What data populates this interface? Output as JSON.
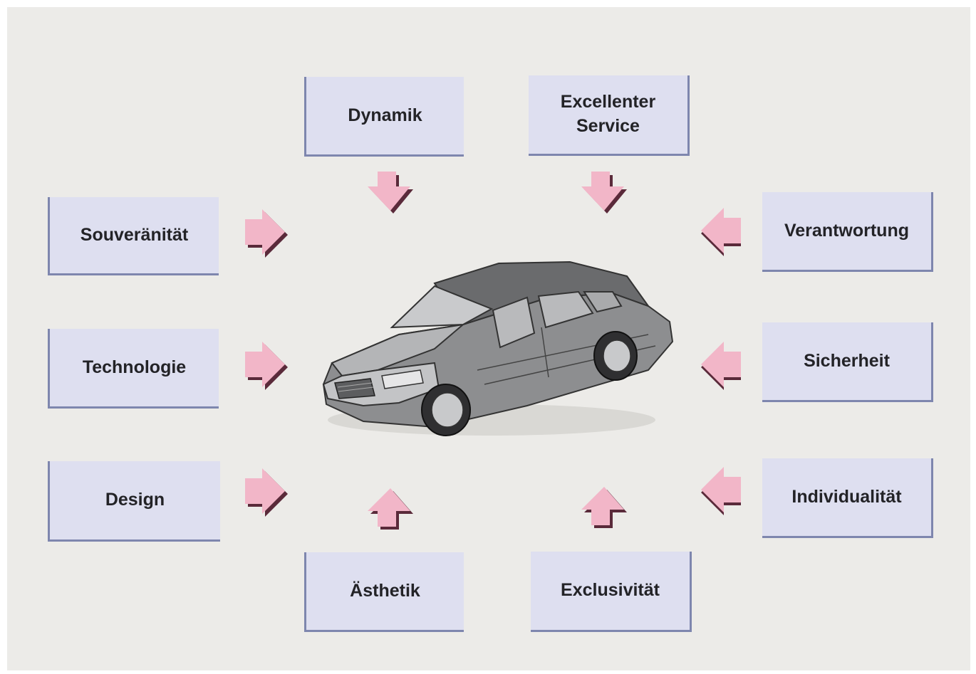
{
  "diagram": {
    "concepts": {
      "dynamik": "Dynamik",
      "service": "Excellenter\nService",
      "souveraenitaet": "Souveränität",
      "verantwortung": "Verantwortung",
      "technologie": "Technologie",
      "sicherheit": "Sicherheit",
      "design": "Design",
      "individualitaet": "Individualität",
      "aesthetik": "Ästhetik",
      "exclusivitaet": "Exclusivität"
    },
    "colors": {
      "background": "#ecebe8",
      "box_fill": "#dedff0",
      "box_border": "#7e86ae",
      "arrow_fill": "#f2b6c8",
      "arrow_shadow": "#5a2a3a"
    },
    "center_icon": "sedan-car-icon"
  }
}
